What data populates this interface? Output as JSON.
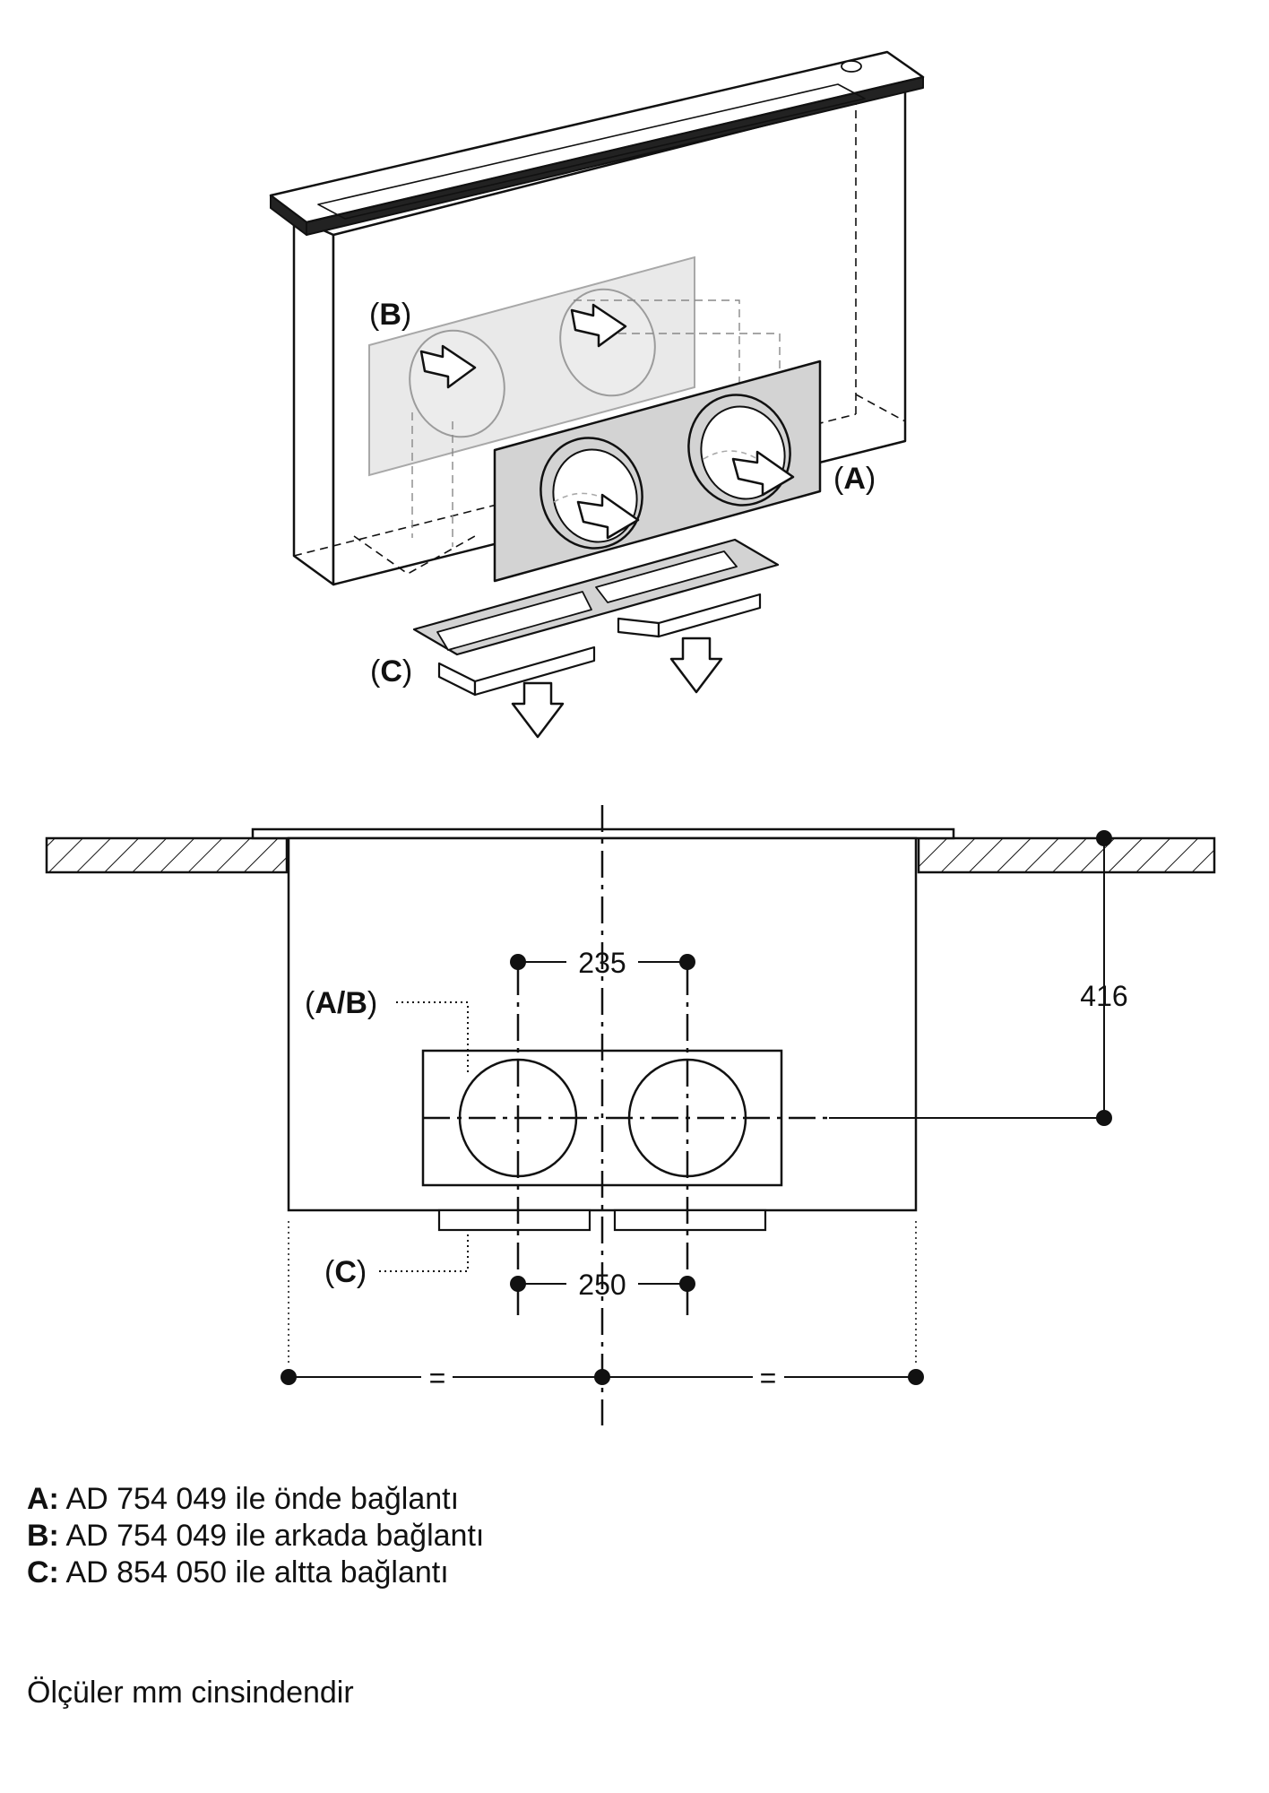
{
  "labels": {
    "a": "A",
    "b": "B",
    "c": "C",
    "ab": "A/B"
  },
  "dimensions": {
    "d235": "235",
    "d250": "250",
    "d416": "416",
    "eq_left": "=",
    "eq_right": "="
  },
  "legend": [
    {
      "key": "A:",
      "text": "AD 754 049 ile önde bağlantı"
    },
    {
      "key": "B:",
      "text": "AD 754 049 ile arkada bağlantı"
    },
    {
      "key": "C:",
      "text": "AD 854 050 ile altta bağlantı"
    }
  ],
  "note": "Ölçüler mm cinsindendir",
  "colors": {
    "line": "#111111",
    "panel_fill": "#d3d3d3",
    "ghost_fill": "#e9e9e9",
    "ghost_stroke": "#a8a8a8",
    "background": "#ffffff"
  }
}
